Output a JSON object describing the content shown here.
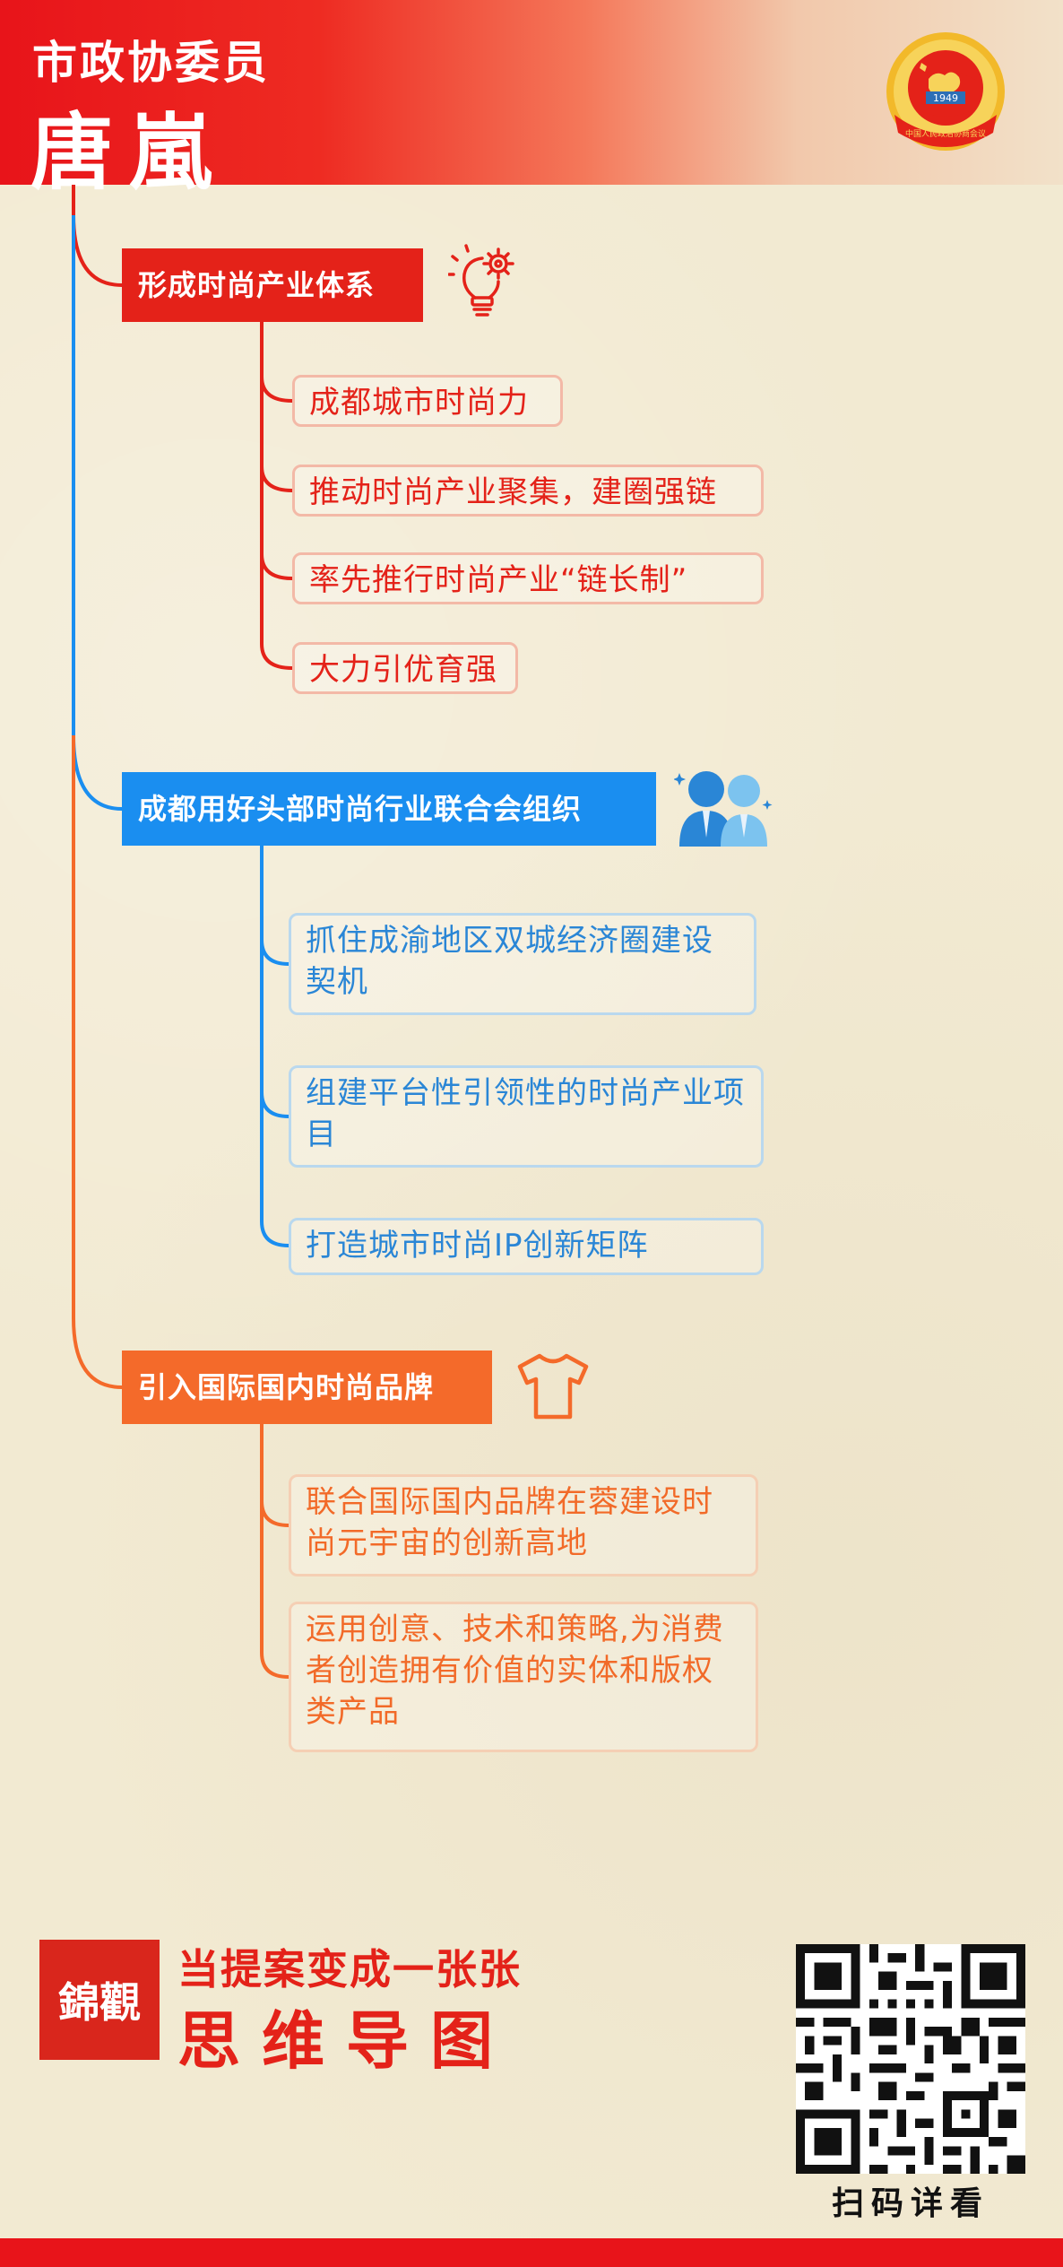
{
  "header": {
    "subtitle": "市政协委员",
    "name": "唐嵐",
    "emblem_year": "1949",
    "emblem_banner": "中国人民政治协商会议"
  },
  "branches": [
    {
      "label": "形成时尚产业体系",
      "color": "#e42219",
      "icon": "lightbulb-gear-icon",
      "items": [
        "成都城市时尚力",
        "推动时尚产业聚集，建圈强链",
        "率先推行时尚产业“链长制”",
        "大力引优育强"
      ]
    },
    {
      "label": "成都用好头部时尚行业联合会组织",
      "color": "#1a8ef0",
      "icon": "two-people-icon",
      "items": [
        "抓住成渝地区双城经济圈建设契机",
        "组建平台性引领性的时尚产业项目",
        "打造城市时尚IP创新矩阵"
      ]
    },
    {
      "label": "引入国际国内时尚品牌",
      "color": "#f46a2a",
      "icon": "tshirt-icon",
      "items": [
        "联合国际国内品牌在蓉建设时尚元宇宙的创新高地",
        "运用创意、技术和策略,为消费者创造拥有价值的实体和版权类产品"
      ]
    }
  ],
  "footer": {
    "brand": "錦觀",
    "slogan_line1": "当提案变成一张张",
    "slogan_line2": "思维导图",
    "qr_caption": "扫码详看"
  }
}
